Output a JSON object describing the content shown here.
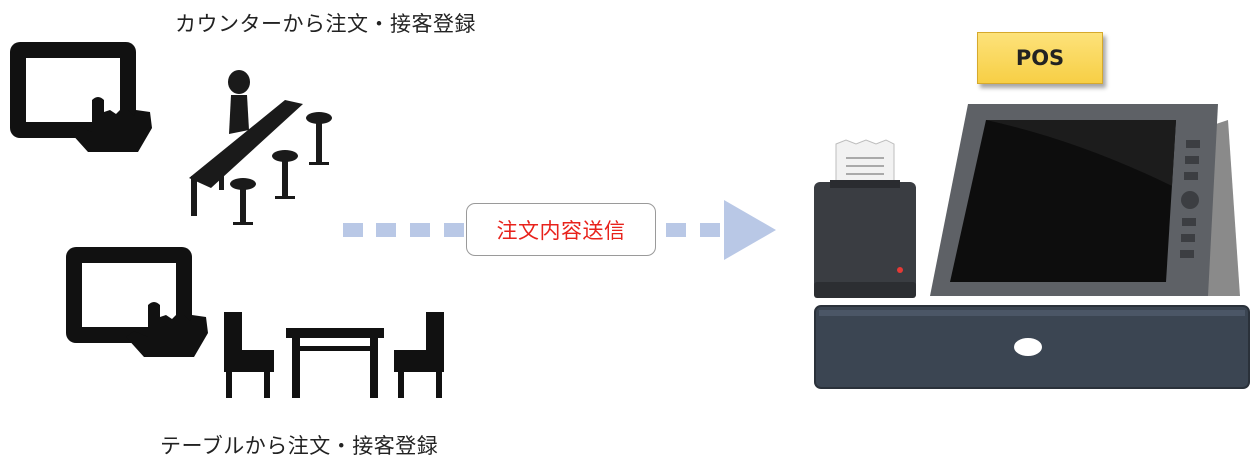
{
  "labels": {
    "counter_caption": "カウンターから注文・接客登録",
    "table_caption": "テーブルから注文・接客登録",
    "send_label": "注文内容送信",
    "pos_label": "POS"
  },
  "colors": {
    "send_text": "#e8221b",
    "arrow": "#b9c8e6",
    "pos_badge": "#f9d55a"
  },
  "icons": {
    "tablet_top": "tablet-tap-icon",
    "counter": "counter-bar-icon",
    "tablet_bottom": "tablet-tap-icon",
    "table": "dining-table-icon",
    "printer": "receipt-printer-icon",
    "monitor": "pos-monitor-icon",
    "drawer": "cash-drawer-icon"
  }
}
